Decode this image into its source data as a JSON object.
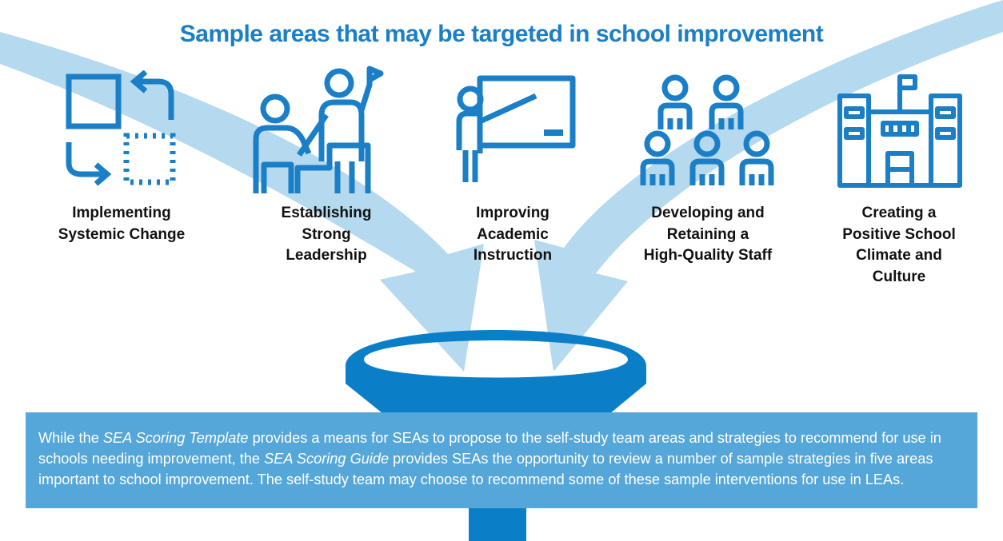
{
  "title": "Sample areas that may be targeted in school improvement",
  "colors": {
    "accent": "#1a7fc7",
    "arrow": "#b5d9ee",
    "funnel": "#0a7fc8",
    "box": "#55a7d9"
  },
  "areas": [
    {
      "icon": "systemic-change-icon",
      "lines": [
        "Implementing",
        "Systemic Change"
      ]
    },
    {
      "icon": "leadership-icon",
      "lines": [
        "Establishing",
        "Strong",
        "Leadership"
      ]
    },
    {
      "icon": "instruction-icon",
      "lines": [
        "Improving",
        "Academic",
        "Instruction"
      ]
    },
    {
      "icon": "staff-icon",
      "lines": [
        "Developing and",
        "Retaining a",
        "High-Quality Staff"
      ]
    },
    {
      "icon": "school-building-icon",
      "lines": [
        "Creating a",
        "Positive School",
        "Climate and",
        "Culture"
      ]
    }
  ],
  "description": {
    "t1": "While the ",
    "i1": "SEA Scoring Template",
    "t2": " provides a means for SEAs to propose to the self-study team areas and strategies to recommend for use in schools needing improvement, the ",
    "i2": "SEA Scoring Guide",
    "t3": " provides SEAs the opportunity to review a number of sample strategies in five areas important to school improvement. The self-study team may choose to recommend some of these sample interventions for use in LEAs."
  }
}
